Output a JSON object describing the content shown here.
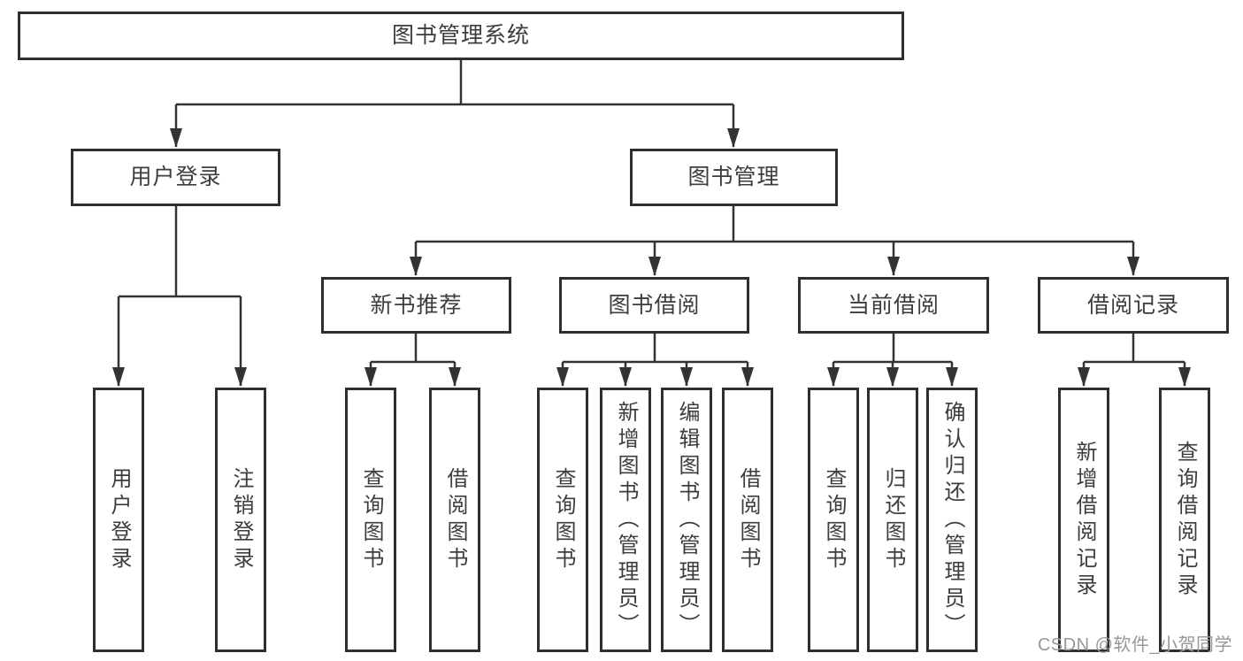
{
  "diagram": {
    "watermark": "CSDN @软件_小贺同学",
    "colors": {
      "background": "#ffffff",
      "line": "#333333",
      "box_border": "#2f2f2f",
      "text": "#3d3d3d",
      "watermark": "#97979b"
    },
    "nodes": {
      "root": "图书管理系统",
      "user_login": "用户登录",
      "book_mgmt": "图书管理",
      "new_book_rec": "新书推荐",
      "book_borrow": "图书借阅",
      "current_borrow": "当前借阅",
      "borrow_records": "借阅记录"
    },
    "leaves": {
      "user_login": "用户登录",
      "logout": "注销登录",
      "rec_query_books": "查询图书",
      "rec_borrow_books": "借阅图书",
      "bb_query_books": "查询图书",
      "bb_add_books": "新增图书（管理员）",
      "bb_edit_books": "编辑图书（管理员）",
      "bb_borrow_books": "借阅图书",
      "cb_query_books": "查询图书",
      "cb_return_books": "归还图书",
      "cb_confirm_return": "确认归还（管理员）",
      "br_add_record": "新增借阅记录",
      "br_query_record": "查询借阅记录"
    },
    "hierarchy": [
      {
        "parent": "图书管理系统",
        "children": [
          "用户登录",
          "图书管理"
        ]
      },
      {
        "parent": "用户登录",
        "children": [
          "用户登录",
          "注销登录"
        ]
      },
      {
        "parent": "图书管理",
        "children": [
          "新书推荐",
          "图书借阅",
          "当前借阅",
          "借阅记录"
        ]
      },
      {
        "parent": "新书推荐",
        "children": [
          "查询图书",
          "借阅图书"
        ]
      },
      {
        "parent": "图书借阅",
        "children": [
          "查询图书",
          "新增图书（管理员）",
          "编辑图书（管理员）",
          "借阅图书"
        ]
      },
      {
        "parent": "当前借阅",
        "children": [
          "查询图书",
          "归还图书",
          "确认归还（管理员）"
        ]
      },
      {
        "parent": "借阅记录",
        "children": [
          "新增借阅记录",
          "查询借阅记录"
        ]
      }
    ]
  }
}
